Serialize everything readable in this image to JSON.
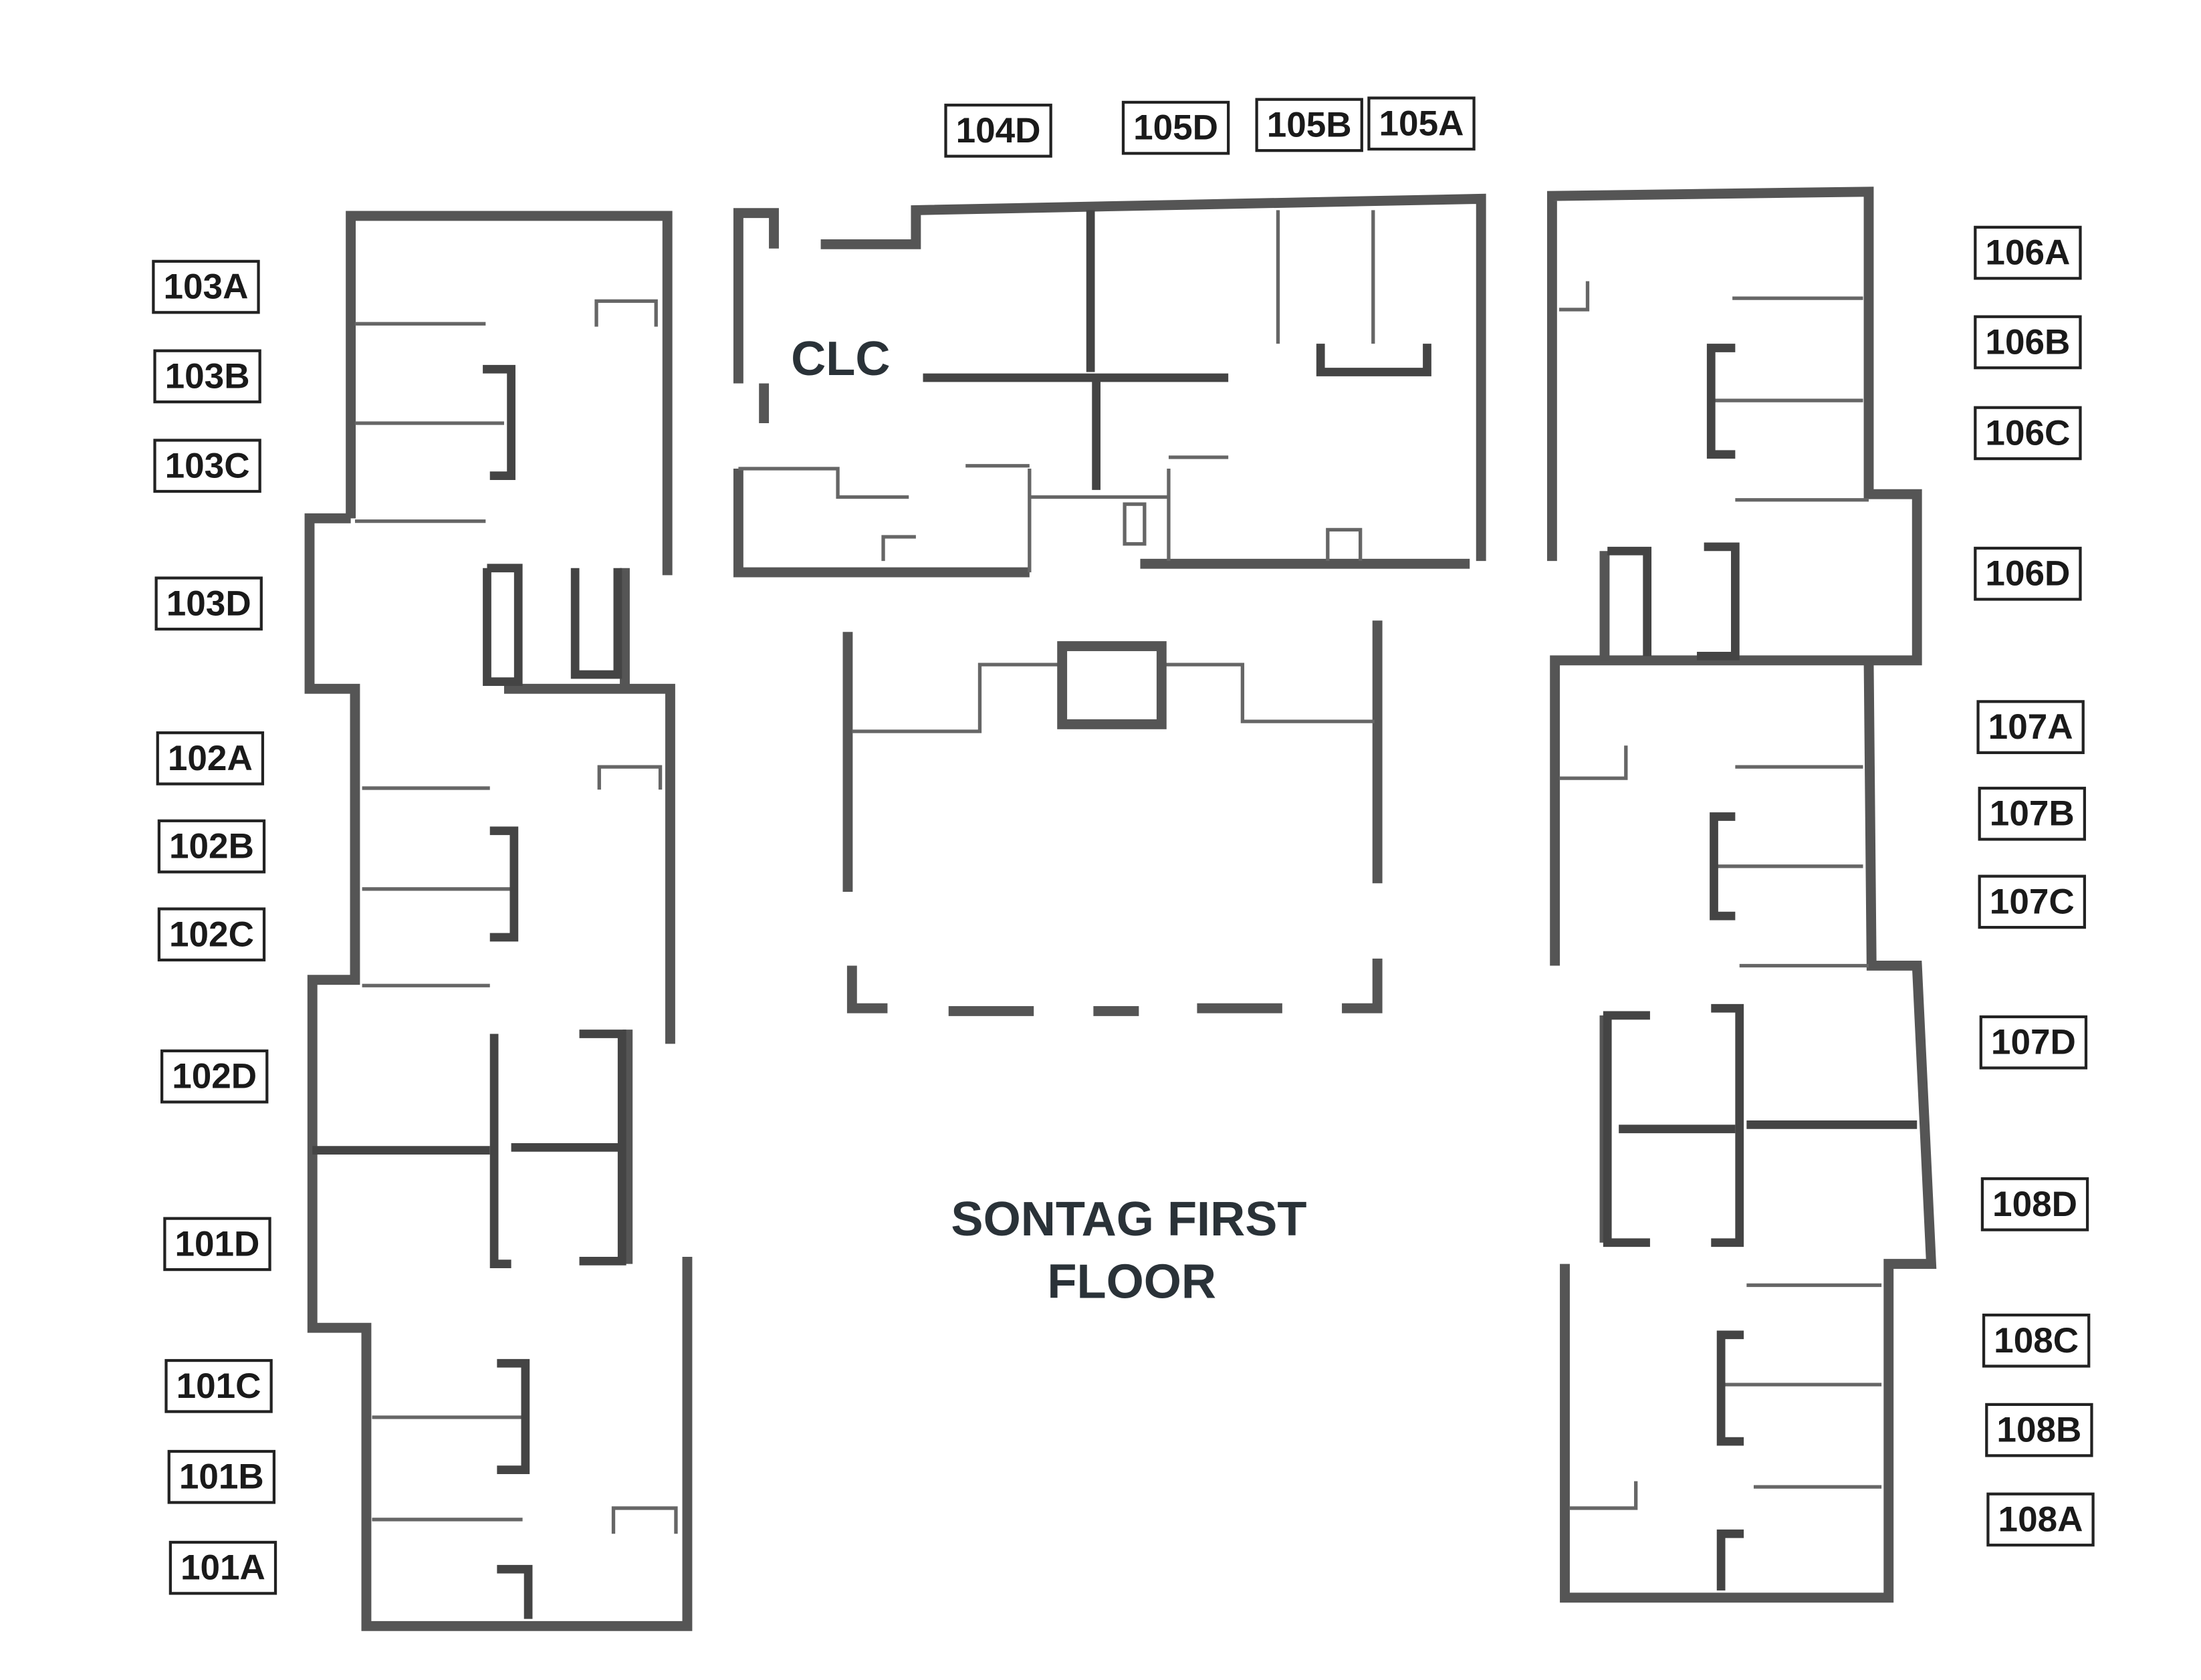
{
  "title": {
    "line1": "SONTAG FIRST",
    "line2": "FLOOR"
  },
  "clc_label": "CLC",
  "rooms": {
    "top": [
      "104D",
      "105D",
      "105B",
      "105A"
    ],
    "left": [
      "103A",
      "103B",
      "103C",
      "103D",
      "102A",
      "102B",
      "102C",
      "102D",
      "101D",
      "101C",
      "101B",
      "101A"
    ],
    "right": [
      "106A",
      "106B",
      "106C",
      "106D",
      "107A",
      "107B",
      "107C",
      "107D",
      "108D",
      "108C",
      "108B",
      "108A"
    ]
  },
  "colors": {
    "wall": "#555555",
    "text": "#1a1a1a",
    "title": "#2a3238"
  }
}
